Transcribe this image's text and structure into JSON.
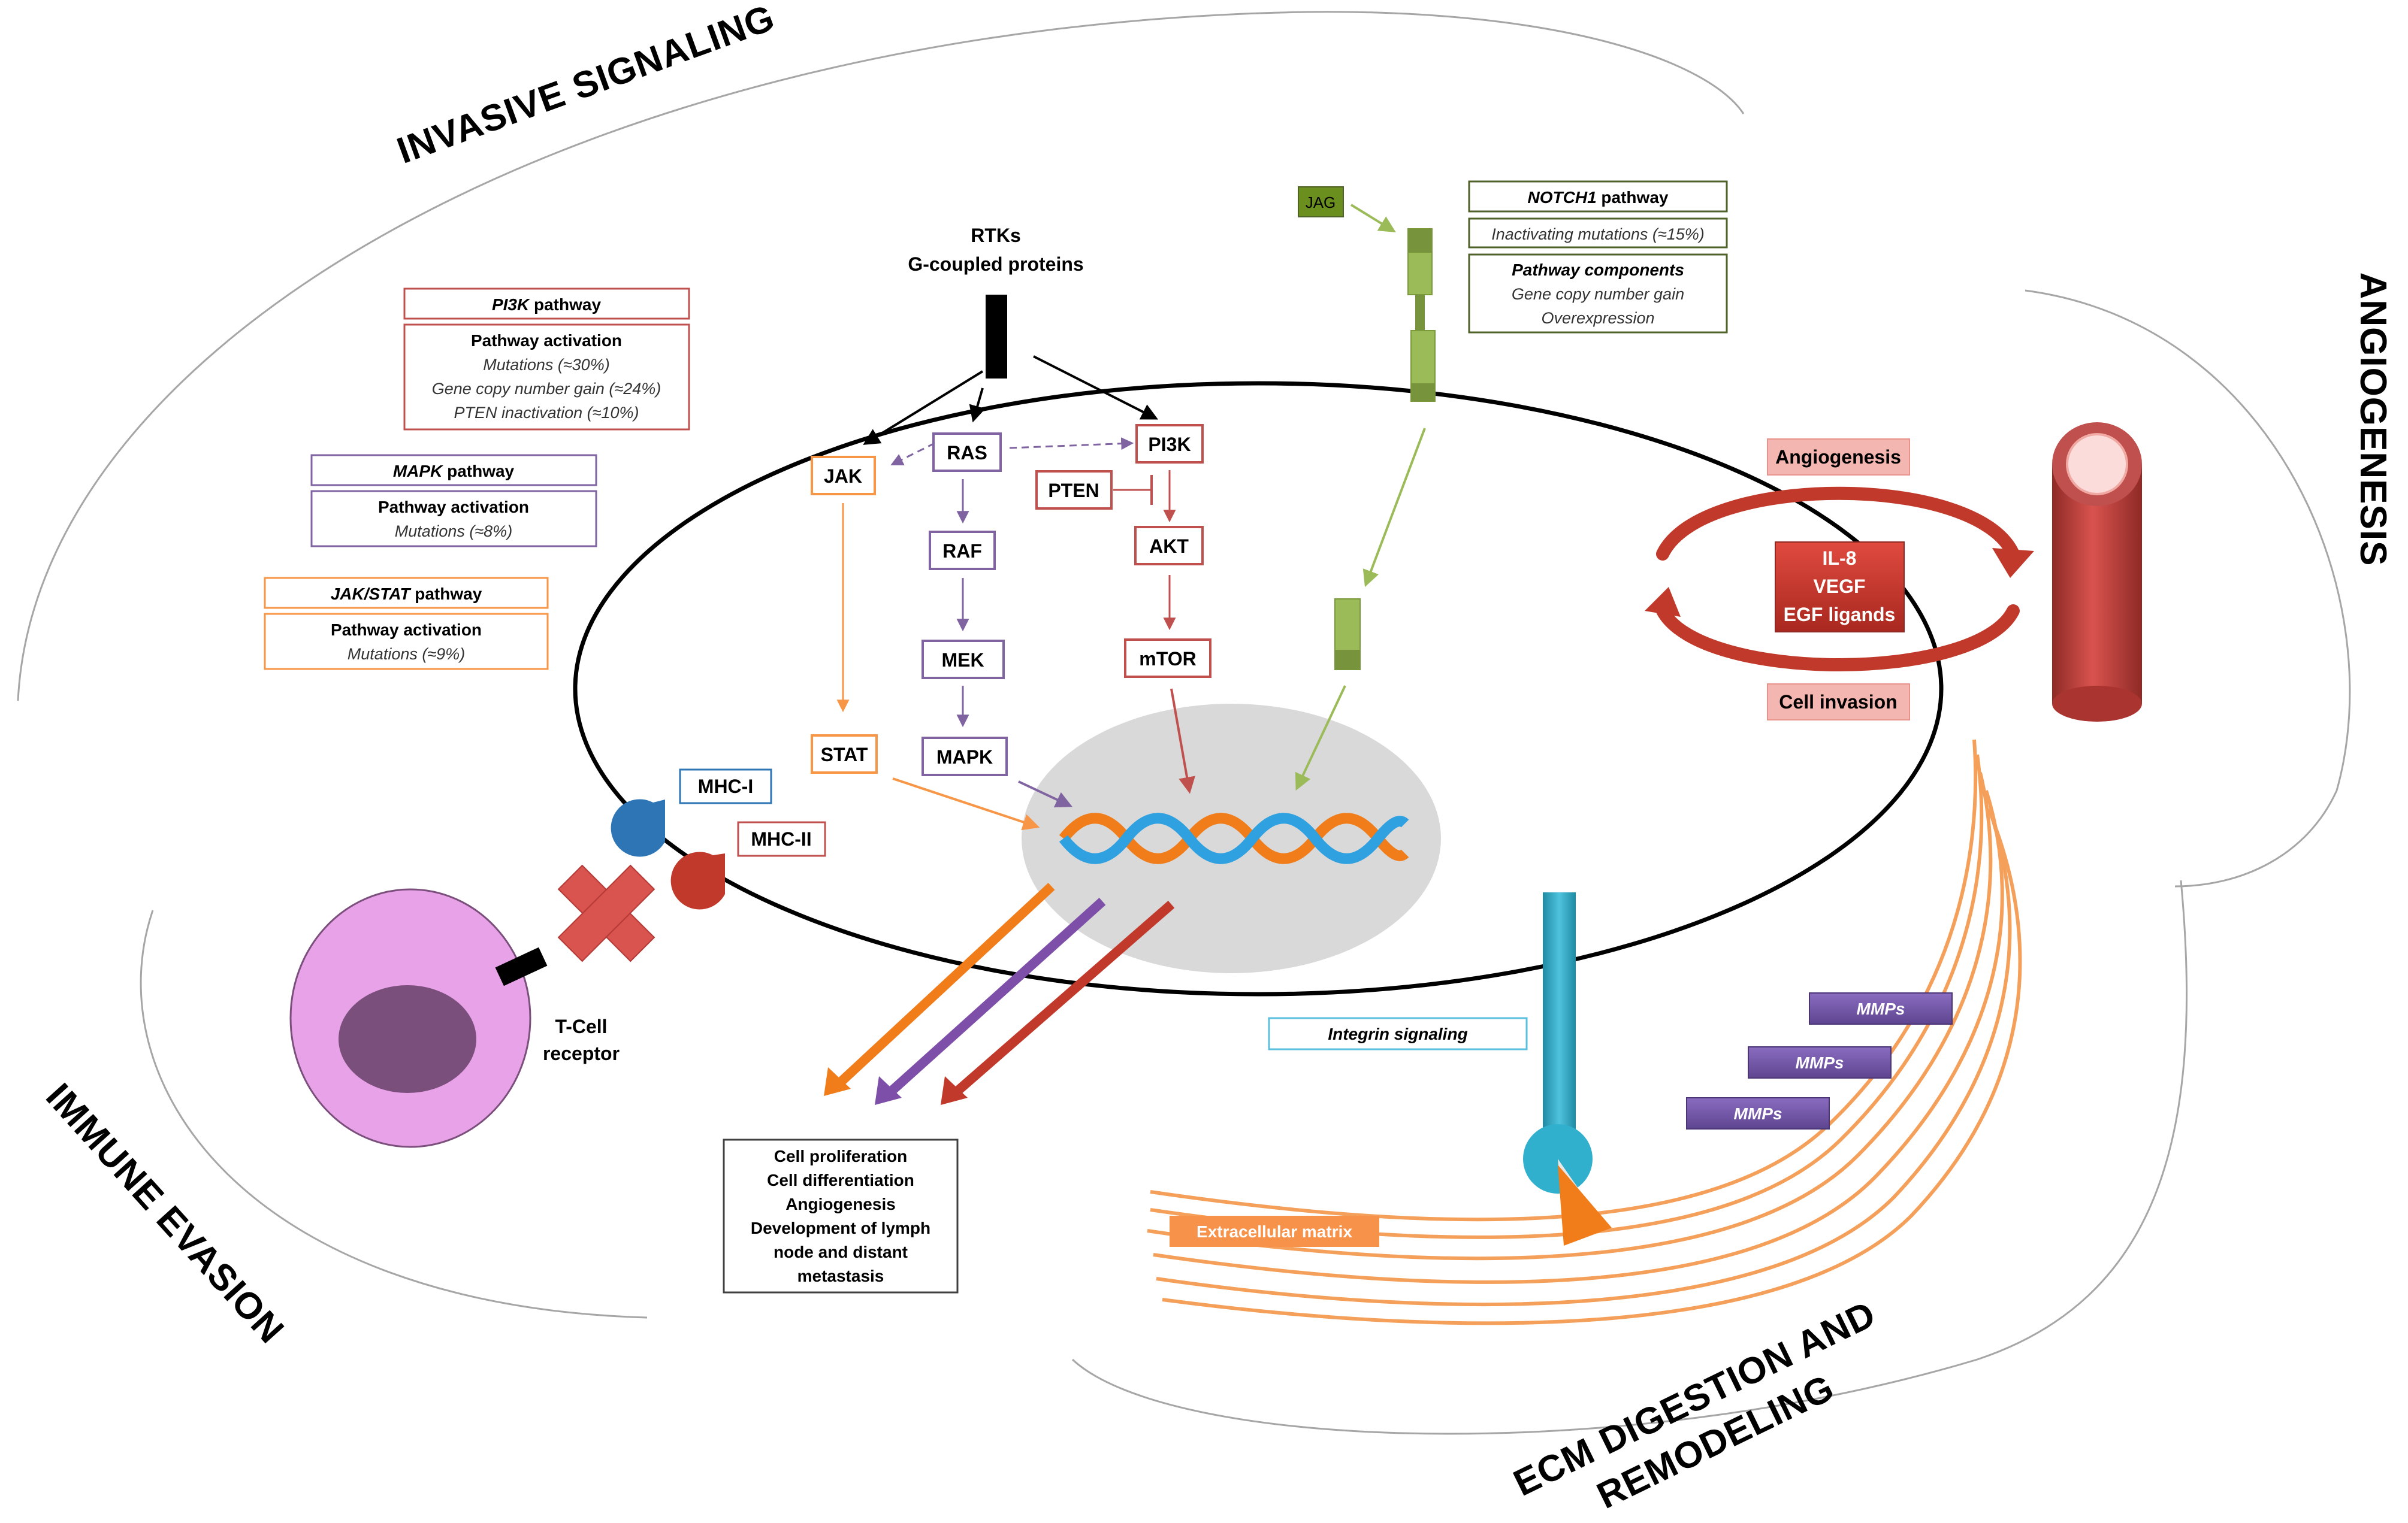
{
  "sections": {
    "invasive_signaling": "INVASIVE SIGNALING",
    "angiogenesis": "ANGIOGENESIS",
    "immune_evasion": "IMMUNE EVASION",
    "ecm_line1": "ECM DIGESTION AND",
    "ecm_line2": "REMODELING"
  },
  "receptor": {
    "line1": "RTKs",
    "line2": "G-coupled proteins"
  },
  "nodes": {
    "jak": "JAK",
    "ras": "RAS",
    "pi3k": "PI3K",
    "pten": "PTEN",
    "raf": "RAF",
    "akt": "AKT",
    "mek": "MEK",
    "mtor": "mTOR",
    "stat": "STAT",
    "mapk": "MAPK",
    "jag": "JAG"
  },
  "pi3k_box": {
    "title_italic": "PI3K",
    "title_rest": " pathway",
    "head": "Pathway activation",
    "lines": [
      "Mutations (≈30%)",
      "Gene copy number gain (≈24%)",
      "PTEN inactivation (≈10%)"
    ]
  },
  "mapk_box": {
    "title_italic": "MAPK",
    "title_rest": " pathway",
    "head": "Pathway activation",
    "lines": [
      "Mutations (≈8%)"
    ]
  },
  "jakstat_box": {
    "title_italic": "JAK/STAT",
    "title_rest": " pathway",
    "head": "Pathway activation",
    "lines": [
      "Mutations (≈9%)"
    ]
  },
  "notch_box": {
    "title_italic": "NOTCH1",
    "title_rest": " pathway",
    "inactivating": "Inactivating mutations (≈15%)",
    "components_head": "Pathway components",
    "lines": [
      "Gene copy number gain",
      "Overexpression"
    ]
  },
  "angio": {
    "top_label": "Angiogenesis",
    "bottom_label": "Cell invasion",
    "center_lines": [
      "IL-8",
      "VEGF",
      "EGF ligands"
    ]
  },
  "immune": {
    "mhc1": "MHC-I",
    "mhc2": "MHC-II",
    "tcell_line1": "T-Cell",
    "tcell_line2": "receptor"
  },
  "outcomes": {
    "lines": [
      "Cell proliferation",
      "Cell differentiation",
      "Angiogenesis",
      "Development of lymph",
      "node and distant",
      "metastasis"
    ]
  },
  "ecm": {
    "integrin": "Integrin signaling",
    "matrix": "Extracellular matrix",
    "mmps": [
      "MMPs",
      "MMPs",
      "MMPs"
    ]
  },
  "colors": {
    "pi3k": "#c0504d",
    "mapk": "#8064a2",
    "jak": "#f79646",
    "notch": "#4f6228",
    "notch_light": "#9bbb59",
    "integrin": "#31b0cd",
    "angio_red": "#c0392b",
    "mhc1": "#2e75b6",
    "mhc2": "#c0392b",
    "tcell": "#e8a2e8",
    "tcell_nucleus": "#7b4f7b"
  }
}
